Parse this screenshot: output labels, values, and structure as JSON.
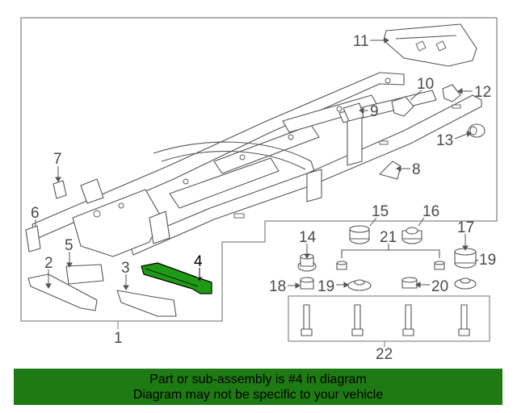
{
  "diagram": {
    "callouts": [
      "1",
      "2",
      "3",
      "4",
      "5",
      "6",
      "7",
      "8",
      "9",
      "10",
      "11",
      "12",
      "13",
      "14",
      "15",
      "16",
      "17",
      "18",
      "19",
      "19",
      "20",
      "21",
      "22"
    ],
    "highlighted_part": "4"
  },
  "banner": {
    "line1": "Part or sub-assembly is #4 in diagram",
    "line2": "Diagram may not be specific to your vehicle"
  },
  "colors": {
    "banner_bg": "#1e7a12",
    "highlight_part": "#1f9a14",
    "frame_border": "#888888"
  }
}
